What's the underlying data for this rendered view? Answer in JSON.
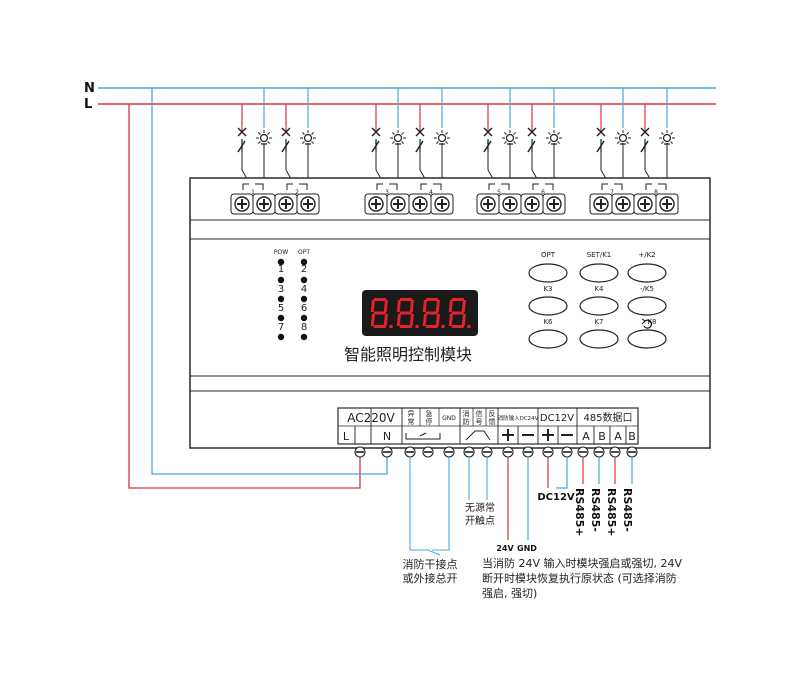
{
  "bus": {
    "n_label": "N",
    "l_label": "L"
  },
  "colors": {
    "neutral": "#4aa8dc",
    "live": "#d8343c",
    "body": "#ffffff",
    "stroke": "#2a2a2a",
    "display_bg": "#1a1a1a",
    "segment": "#e8222a"
  },
  "module": {
    "title": "智能照明控制模块",
    "display": "8.8.8.8.",
    "leds": [
      {
        "label": "POW",
        "side": "left"
      },
      {
        "label": "OPT",
        "side": "right"
      },
      {
        "label": "1",
        "side": "left"
      },
      {
        "label": "2",
        "side": "right"
      },
      {
        "label": "3",
        "side": "left"
      },
      {
        "label": "4",
        "side": "right"
      },
      {
        "label": "5",
        "side": "left"
      },
      {
        "label": "6",
        "side": "right"
      },
      {
        "label": "7",
        "side": "left"
      },
      {
        "label": "8",
        "side": "right"
      }
    ],
    "buttons": [
      "OPT",
      "SET/K1",
      "+/K2",
      "K3",
      "K4",
      "-/K5",
      "K6",
      "K7",
      "K8"
    ],
    "channel_labels": [
      "1",
      "2",
      "3",
      "4",
      "5",
      "6",
      "7",
      "8"
    ]
  },
  "terminals": {
    "ac_header": "AC220V",
    "ac_pins": [
      "L",
      "N"
    ],
    "dry_labels": [
      "异常",
      "急停",
      "GND"
    ],
    "fire_labels": [
      "消防",
      "信号",
      "反馈"
    ],
    "fire24_label": "消防输入DC24V",
    "dc12_header": "DC12V",
    "rs485_header": "485数据口",
    "rs485_pins": [
      "A",
      "B",
      "A",
      "B"
    ]
  },
  "annotations": {
    "no_contact": [
      "无源常",
      "开触点"
    ],
    "v24": "24V",
    "gnd": "GND",
    "dc12v": "DC12V",
    "rs485_vertical": [
      "RS485+",
      "RS485-",
      "RS485+",
      "RS485-"
    ],
    "dry_contact": [
      "消防干接点",
      "或外接总开"
    ],
    "note": [
      "当消防 24V 输入时模块强启或强切, 24V",
      "断开时模块恢复执行原状态 (可选择消防",
      "强启, 强切)"
    ]
  }
}
